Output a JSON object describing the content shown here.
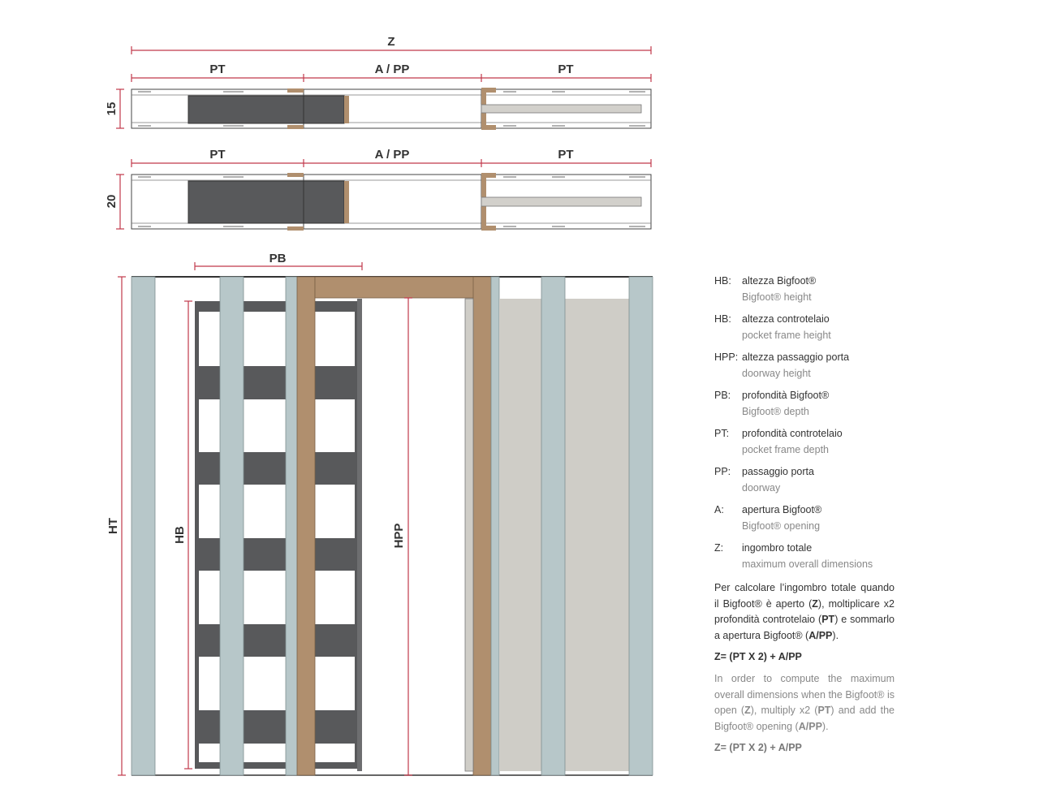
{
  "dimensions": {
    "z": "Z",
    "pt_left_1": "PT",
    "a_pp_1": "A / PP",
    "pt_right_1": "PT",
    "pt_left_2": "PT",
    "a_pp_2": "A / PP",
    "pt_right_2": "PT",
    "thickness_15": "15",
    "thickness_20": "20",
    "pb": "PB",
    "ht": "HT",
    "hb": "HB",
    "hpp": "HPP"
  },
  "legend": {
    "items": [
      {
        "key": "HB:",
        "it": "altezza Bigfoot®",
        "en": "Bigfoot® height"
      },
      {
        "key": "HB:",
        "it": "altezza controtelaio",
        "en": "pocket frame height"
      },
      {
        "key": "HPP:",
        "it": "altezza passaggio porta",
        "en": "doorway height"
      },
      {
        "key": "PB:",
        "it": "profondità Bigfoot®",
        "en": "Bigfoot® depth"
      },
      {
        "key": "PT:",
        "it": "profondità controtelaio",
        "en": "pocket frame depth"
      },
      {
        "key": "PP:",
        "it": "passaggio porta",
        "en": "doorway"
      },
      {
        "key": "A:",
        "it": "apertura Bigfoot®",
        "en": "Bigfoot® opening"
      },
      {
        "key": "Z:",
        "it": "ingombro totale",
        "en": "maximum overall dimensions"
      }
    ],
    "note_it_1": "Per calcolare l’ingombro totale quando il Bigfoot® è aperto (",
    "note_it_z": "Z",
    "note_it_2": "), moltiplicare x2 profondità controtelaio (",
    "note_it_pt": "PT",
    "note_it_3": ") e sommarlo a apertura Bigfoot® (",
    "note_it_app": "A/PP",
    "note_it_4": ").",
    "formula_it": "Z= (PT X 2) + A/PP",
    "note_en_1": "In order to compute the maximum overall dimensions when the Bigfoot® is open (",
    "note_en_z": "Z",
    "note_en_2": "), multiply x2 (",
    "note_en_pt": "PT",
    "note_en_3": ") and add the Bigfoot® opening (",
    "note_en_app": "A/PP",
    "note_en_4": ").",
    "formula_en": "Z= (PT X 2) + A/PP"
  },
  "colors": {
    "dimension_line": "#c0394b",
    "panel_dark": "#58595b",
    "upright_blue": "#b7c7c9",
    "wood": "#b08f6e",
    "door_grey": "#cfcdc7"
  }
}
